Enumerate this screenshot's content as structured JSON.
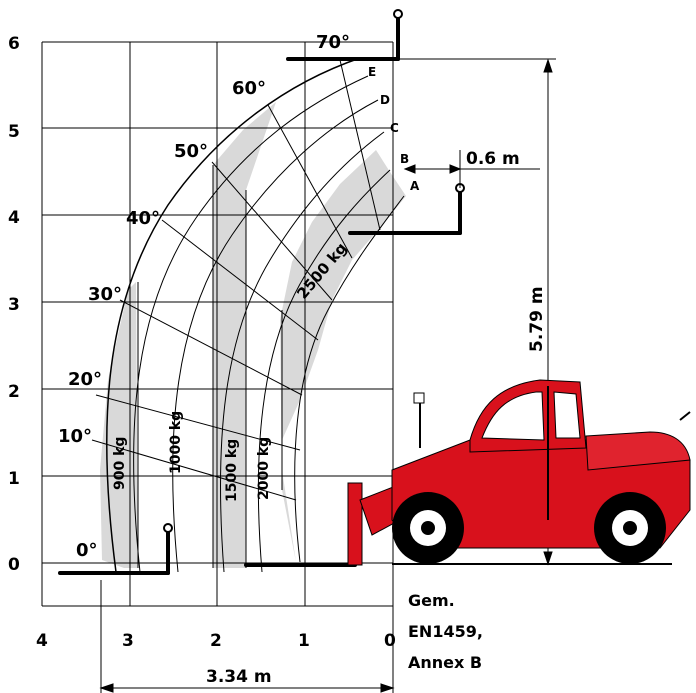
{
  "chart_data": {
    "type": "load_chart",
    "x_ticks": [
      "4",
      "3",
      "2",
      "1",
      "0"
    ],
    "y_ticks": [
      "0",
      "1",
      "2",
      "3",
      "4",
      "5",
      "6"
    ],
    "angle_labels": [
      "0°",
      "10°",
      "20°",
      "30°",
      "40°",
      "50°",
      "60°",
      "70°"
    ],
    "extension_labels": [
      "A",
      "B",
      "C",
      "D",
      "E"
    ],
    "capacity_zones": [
      {
        "label": "900 kg",
        "shaded": true
      },
      {
        "label": "1000 kg",
        "shaded": false
      },
      {
        "label": "1500 kg",
        "shaded": true
      },
      {
        "label": "2000 kg",
        "shaded": false
      },
      {
        "label": "2500 kg",
        "shaded": true
      }
    ],
    "dimensions": {
      "max_height": "5.79 m",
      "max_reach": "3.34 m",
      "overhang": "0.6 m"
    },
    "note_lines": [
      "Gem.",
      "EN1459,",
      "Annex B"
    ],
    "colors": {
      "machine": "#d8111c",
      "shade": "#d9d9d9",
      "ink": "#000000"
    }
  }
}
